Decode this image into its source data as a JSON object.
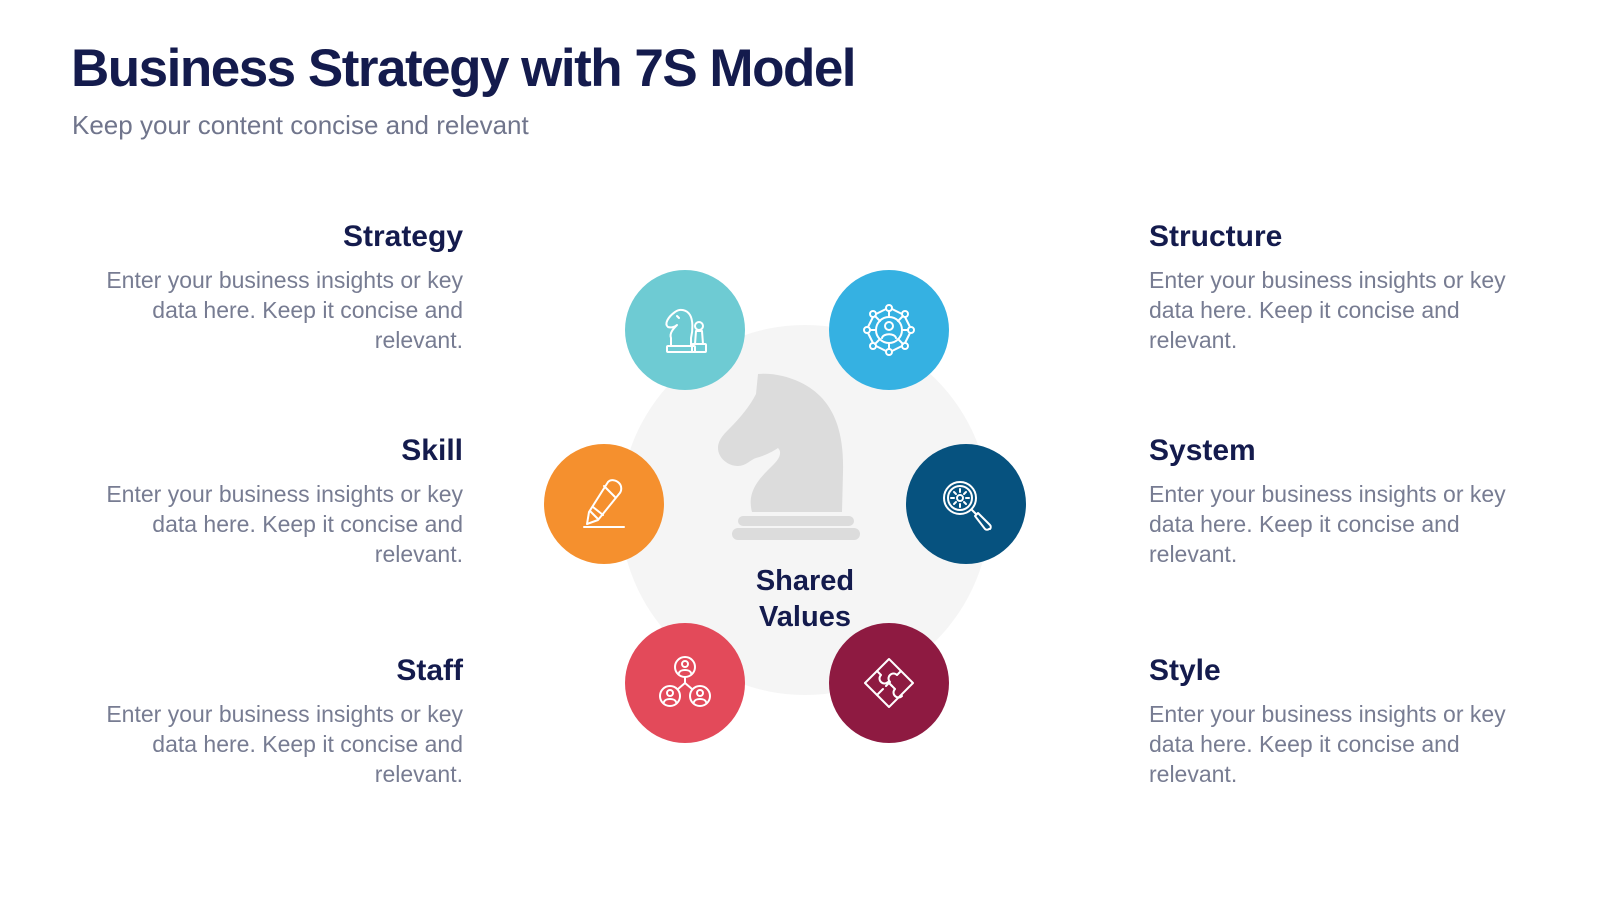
{
  "header": {
    "title": "Business Strategy with 7S Model",
    "subtitle": "Keep your content concise and relevant"
  },
  "center": {
    "label_line1": "Shared",
    "label_line2": "Values",
    "icon": "chess-knight-icon",
    "color": "#dcdcdc"
  },
  "items": [
    {
      "title": "Strategy",
      "text": "Enter your business insights or key data here. Keep it concise and relevant.",
      "icon": "chess-pieces-icon",
      "color": "#6ecbd3"
    },
    {
      "title": "Structure",
      "text": "Enter your business insights or key data here. Keep it concise and relevant.",
      "icon": "network-structure-icon",
      "color": "#35b1e2"
    },
    {
      "title": "Skill",
      "text": "Enter your business insights or key data here. Keep it concise and relevant.",
      "icon": "pencil-icon",
      "color": "#f5902e"
    },
    {
      "title": "System",
      "text": "Enter your business insights or key data here. Keep it concise and relevant.",
      "icon": "magnifier-gear-icon",
      "color": "#06527f"
    },
    {
      "title": "Staff",
      "text": "Enter your business insights or key data here. Keep it concise and relevant.",
      "icon": "team-icon",
      "color": "#e34a5a"
    },
    {
      "title": "Style",
      "text": "Enter your business insights or key data here. Keep it concise and relevant.",
      "icon": "puzzle-icon",
      "color": "#8e1a41"
    }
  ],
  "colors": {
    "title": "#141b4d",
    "subtitle": "#70758c",
    "body_text": "#777c92",
    "center_background": "#f5f5f5"
  }
}
